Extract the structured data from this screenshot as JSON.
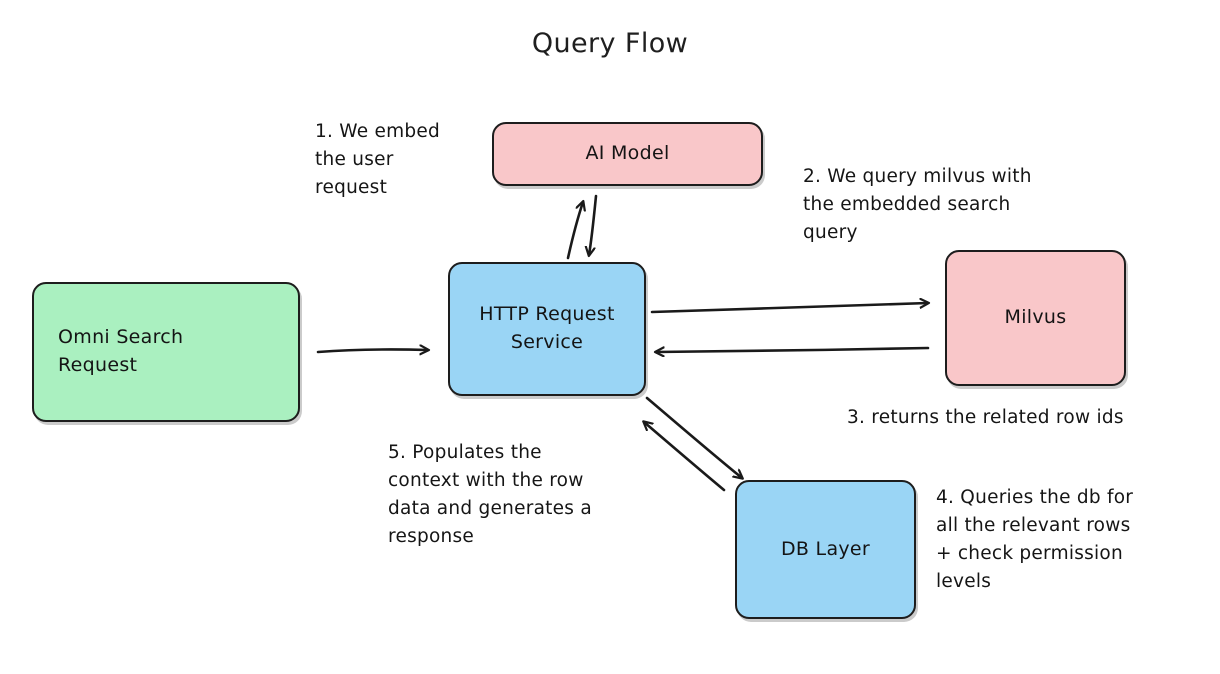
{
  "diagram": {
    "title": "Query Flow",
    "palette": {
      "green": "#aaf0c0",
      "blue": "#9ad5f5",
      "pink": "#f9c7c9",
      "stroke": "#1d1d1d",
      "text": "#141414",
      "background": "#ffffff"
    },
    "nodes": [
      {
        "id": "omni-search-request",
        "label": "Omni Search\nRequest",
        "color": "green"
      },
      {
        "id": "http-request-service",
        "label": "HTTP Request\nService",
        "color": "blue"
      },
      {
        "id": "ai-model",
        "label": "AI Model",
        "color": "pink"
      },
      {
        "id": "milvus",
        "label": "Milvus",
        "color": "pink"
      },
      {
        "id": "db-layer",
        "label": "DB Layer",
        "color": "blue"
      }
    ],
    "notes": [
      {
        "id": "step-1",
        "text": "1. We embed\nthe user\nrequest"
      },
      {
        "id": "step-2",
        "text": "2. We query milvus with\nthe embedded search\nquery"
      },
      {
        "id": "step-3",
        "text": "3. returns the related row ids"
      },
      {
        "id": "step-4",
        "text": "4. Queries the db for\nall the relevant rows\n+ check permission\nlevels"
      },
      {
        "id": "step-5",
        "text": "5. Populates the\ncontext with the row\ndata and generates a\nresponse"
      }
    ],
    "edges": [
      {
        "id": "omni-to-http",
        "from": "omni-search-request",
        "to": "http-request-service"
      },
      {
        "id": "http-to-ai",
        "from": "http-request-service",
        "to": "ai-model"
      },
      {
        "id": "ai-to-http",
        "from": "ai-model",
        "to": "http-request-service"
      },
      {
        "id": "http-to-milvus",
        "from": "http-request-service",
        "to": "milvus"
      },
      {
        "id": "milvus-to-http",
        "from": "milvus",
        "to": "http-request-service"
      },
      {
        "id": "http-to-db",
        "from": "http-request-service",
        "to": "db-layer"
      },
      {
        "id": "db-to-http",
        "from": "db-layer",
        "to": "http-request-service"
      }
    ]
  }
}
